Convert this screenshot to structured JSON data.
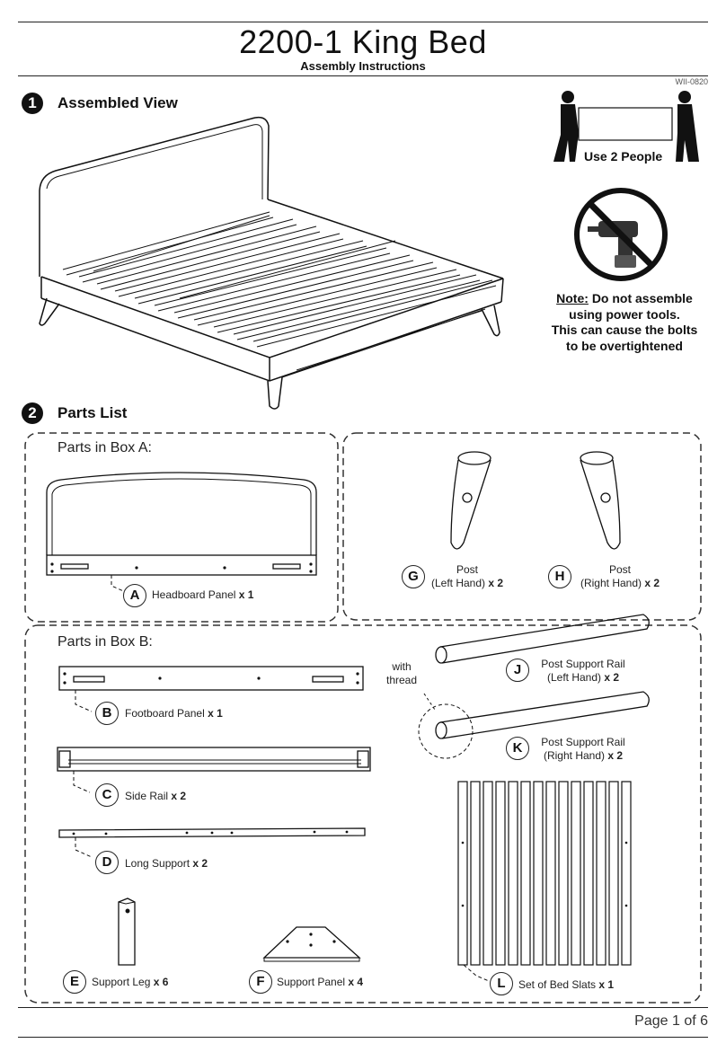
{
  "header": {
    "title": "2200-1 King Bed",
    "subtitle": "Assembly Instructions",
    "doc_code": "WII-0820"
  },
  "steps": [
    {
      "number": "1",
      "title": "Assembled View"
    },
    {
      "number": "2",
      "title": "Parts List"
    }
  ],
  "warnings": {
    "two_people": "Use 2 People",
    "note_label": "Note:",
    "note_text_1": "Do not assemble",
    "note_text_2": "using power tools.",
    "note_text_3": "This can cause the bolts",
    "note_text_4": "to be overtightened"
  },
  "boxes": {
    "box_a": "Parts in Box A:",
    "box_b": "Parts in Box B:"
  },
  "parts": {
    "A": {
      "letter": "A",
      "name": "Headboard Panel",
      "qty": "x 1"
    },
    "B": {
      "letter": "B",
      "name": "Footboard Panel",
      "qty": "x 1"
    },
    "C": {
      "letter": "C",
      "name": "Side Rail",
      "qty": "x 2"
    },
    "D": {
      "letter": "D",
      "name": "Long Support",
      "qty": "x 2"
    },
    "E": {
      "letter": "E",
      "name": "Support Leg",
      "qty": "x 6"
    },
    "F": {
      "letter": "F",
      "name": "Support Panel",
      "qty": "x 4"
    },
    "G": {
      "letter": "G",
      "name_1": "Post",
      "name_2": "(Left Hand)",
      "qty": "x 2"
    },
    "H": {
      "letter": "H",
      "name_1": "Post",
      "name_2": "(Right Hand)",
      "qty": "x 2"
    },
    "J": {
      "letter": "J",
      "name_1": "Post Support Rail",
      "name_2": "(Left Hand)",
      "qty": "x 2"
    },
    "K": {
      "letter": "K",
      "name_1": "Post Support Rail",
      "name_2": "(Right Hand)",
      "qty": "x 2"
    },
    "L": {
      "letter": "L",
      "name": "Set of Bed Slats",
      "qty": "x 1"
    }
  },
  "thread_callout": {
    "line_1": "with",
    "line_2": "thread"
  },
  "footer": {
    "page": "Page 1 of 6"
  }
}
